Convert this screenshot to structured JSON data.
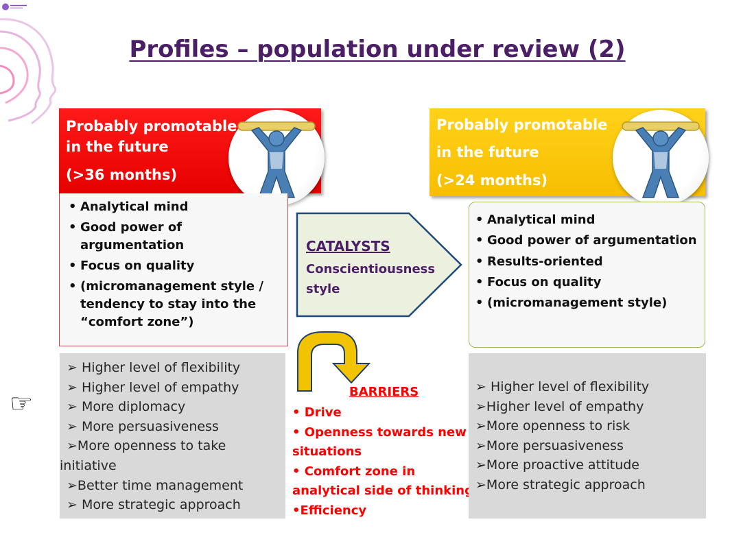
{
  "title": "Profiles – population under review (2)",
  "left_profile": {
    "header_lines": [
      "Probably promotable",
      "in the future",
      "(>36 months)"
    ],
    "traits": [
      "Analytical mind",
      "Good power of argumentation",
      "Focus on quality",
      "(micromanagement style / tendency to stay into the “comfort zone”)"
    ],
    "improvements": [
      "➢ Higher level of flexibility",
      "➢ Higher level of empathy",
      "➢ More diplomacy",
      "➢ More persuasiveness",
      "➢More openness to take",
      "initiative",
      "➢Better time management",
      "➢ More strategic approach"
    ]
  },
  "right_profile": {
    "header_lines": [
      "Probably promotable",
      "in the future",
      "(>24 months)"
    ],
    "traits": [
      "Analytical mind",
      "Good power of argumentation",
      "Results-oriented",
      "Focus on quality",
      "(micromanagement style)"
    ],
    "improvements": [
      "➢  Higher level of flexibility",
      "➢Higher level of empathy",
      "➢More openness to risk",
      "➢More persuasiveness",
      "➢More proactive attitude",
      "➢More strategic approach"
    ]
  },
  "catalysts": {
    "title": "CATALYSTS",
    "body_lines": [
      "Conscientiousness",
      "style"
    ]
  },
  "barriers": {
    "title": "BARRIERS",
    "lines": [
      "• Drive",
      "• Openness towards new",
      "situations",
      "• Comfort zone in",
      "analytical side of thinking",
      "•Efficiency"
    ]
  },
  "colors": {
    "title": "#4a1f66",
    "red_header": "#ff0000",
    "yellow_header": "#f7be00",
    "barriers_text": "#ff0000",
    "catalyst_fill": "#ebf1de",
    "catalyst_border": "#1f497d",
    "curve_arrow": "#f2c300"
  },
  "icons": {
    "left_figure": "weightlifter-icon",
    "right_figure": "weightlifter-icon",
    "pointer": "pointing-hand-icon",
    "decor": "head-profile-icon",
    "logo": "company-logo-icon"
  }
}
